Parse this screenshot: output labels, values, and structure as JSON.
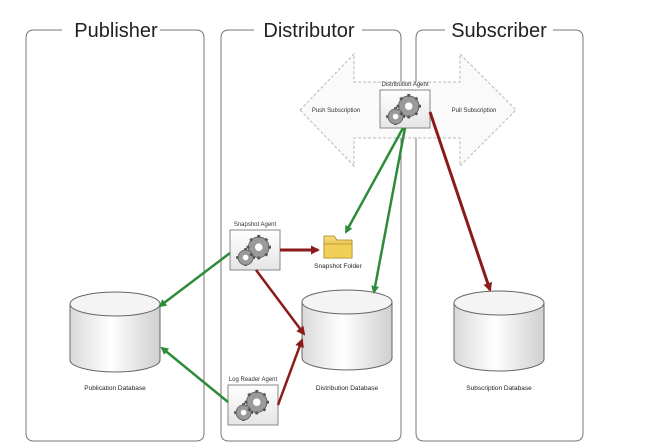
{
  "columns": {
    "publisher": "Publisher",
    "distributor": "Distributor",
    "subscriber": "Subscriber"
  },
  "agents": {
    "distribution": "Distribution Agent",
    "snapshot": "Snapshot Agent",
    "log_reader": "Log Reader Agent"
  },
  "subscriptions": {
    "push": "Push Subscription",
    "pull": "Pull Subscription"
  },
  "folder": "Snapshot Folder",
  "databases": {
    "publication": "Publication Database",
    "distribution": "Distribution Database",
    "subscription": "Subscription Database"
  },
  "colors": {
    "green_arrow": "#2e8b3a",
    "red_arrow": "#8b1a1a",
    "folder": "#e9c24a"
  }
}
